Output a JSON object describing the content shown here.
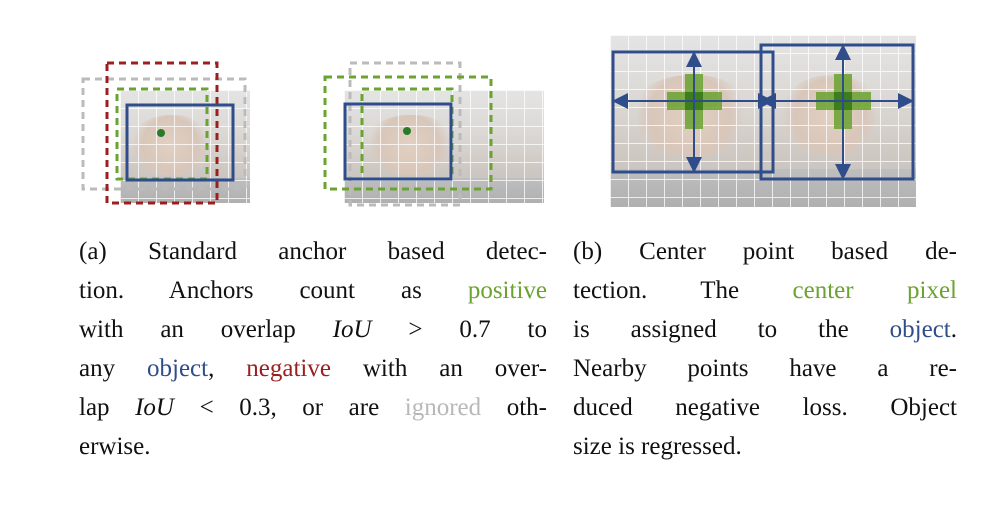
{
  "colors": {
    "positive": "#6aa330",
    "object": "#2f4d8a",
    "negative": "#9b1f1f",
    "ignored": "#b8b8b8"
  },
  "caption_a": {
    "l1": "(a) Standard anchor based detec-",
    "l2_pre": "tion.  Anchors count as ",
    "l2_positive": "positive",
    "l3_pre": "with an overlap ",
    "l3_math": "IoU",
    "l3_post": " >  0.7 to",
    "l4_pre": "any ",
    "l4_object": "object",
    "l4_mid": ", ",
    "l4_negative": "negative",
    "l4_post": " with an over-",
    "l5_pre": "lap ",
    "l5_math": "IoU",
    "l5_mid": " < 0.3, or are ",
    "l5_ignored": "ignored",
    "l5_post": " oth-",
    "l6": "erwise."
  },
  "caption_b": {
    "l1": "(b) Center point based de-",
    "l2_pre": "tection.   The ",
    "l2_center": "center pixel",
    "l3_pre": "is assigned to the ",
    "l3_object": "object",
    "l3_post": ".",
    "l4": "Nearby points have a re-",
    "l5": "duced negative loss. Object",
    "l6": "size is regressed."
  }
}
